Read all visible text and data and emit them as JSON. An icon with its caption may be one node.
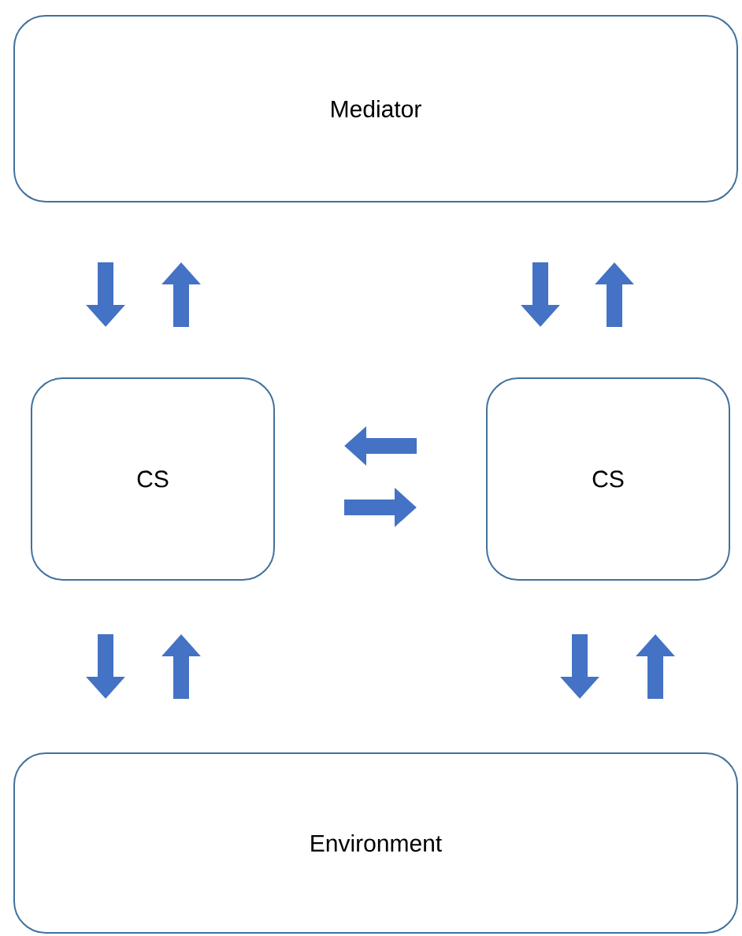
{
  "diagram": {
    "nodes": [
      {
        "text": [
          "Mediator"
        ]
      },
      {
        "text": [
          "CS"
        ]
      },
      {
        "text": [
          "CS"
        ]
      },
      {
        "text": [
          "Environment"
        ]
      }
    ],
    "edges": [
      {
        "from": 0,
        "to": 1,
        "arrow": "to"
      },
      {
        "from": 1,
        "to": 0,
        "arrow": "to"
      },
      {
        "from": 0,
        "to": 2,
        "arrow": "to"
      },
      {
        "from": 2,
        "to": 0,
        "arrow": "to"
      },
      {
        "from": 2,
        "to": 1,
        "arrow": "to"
      },
      {
        "from": 1,
        "to": 2,
        "arrow": "to"
      },
      {
        "from": 1,
        "to": 3,
        "arrow": "to"
      },
      {
        "from": 3,
        "to": 1,
        "arrow": "to"
      },
      {
        "from": 2,
        "to": 3,
        "arrow": "to"
      },
      {
        "from": 3,
        "to": 2,
        "arrow": "to"
      }
    ]
  }
}
